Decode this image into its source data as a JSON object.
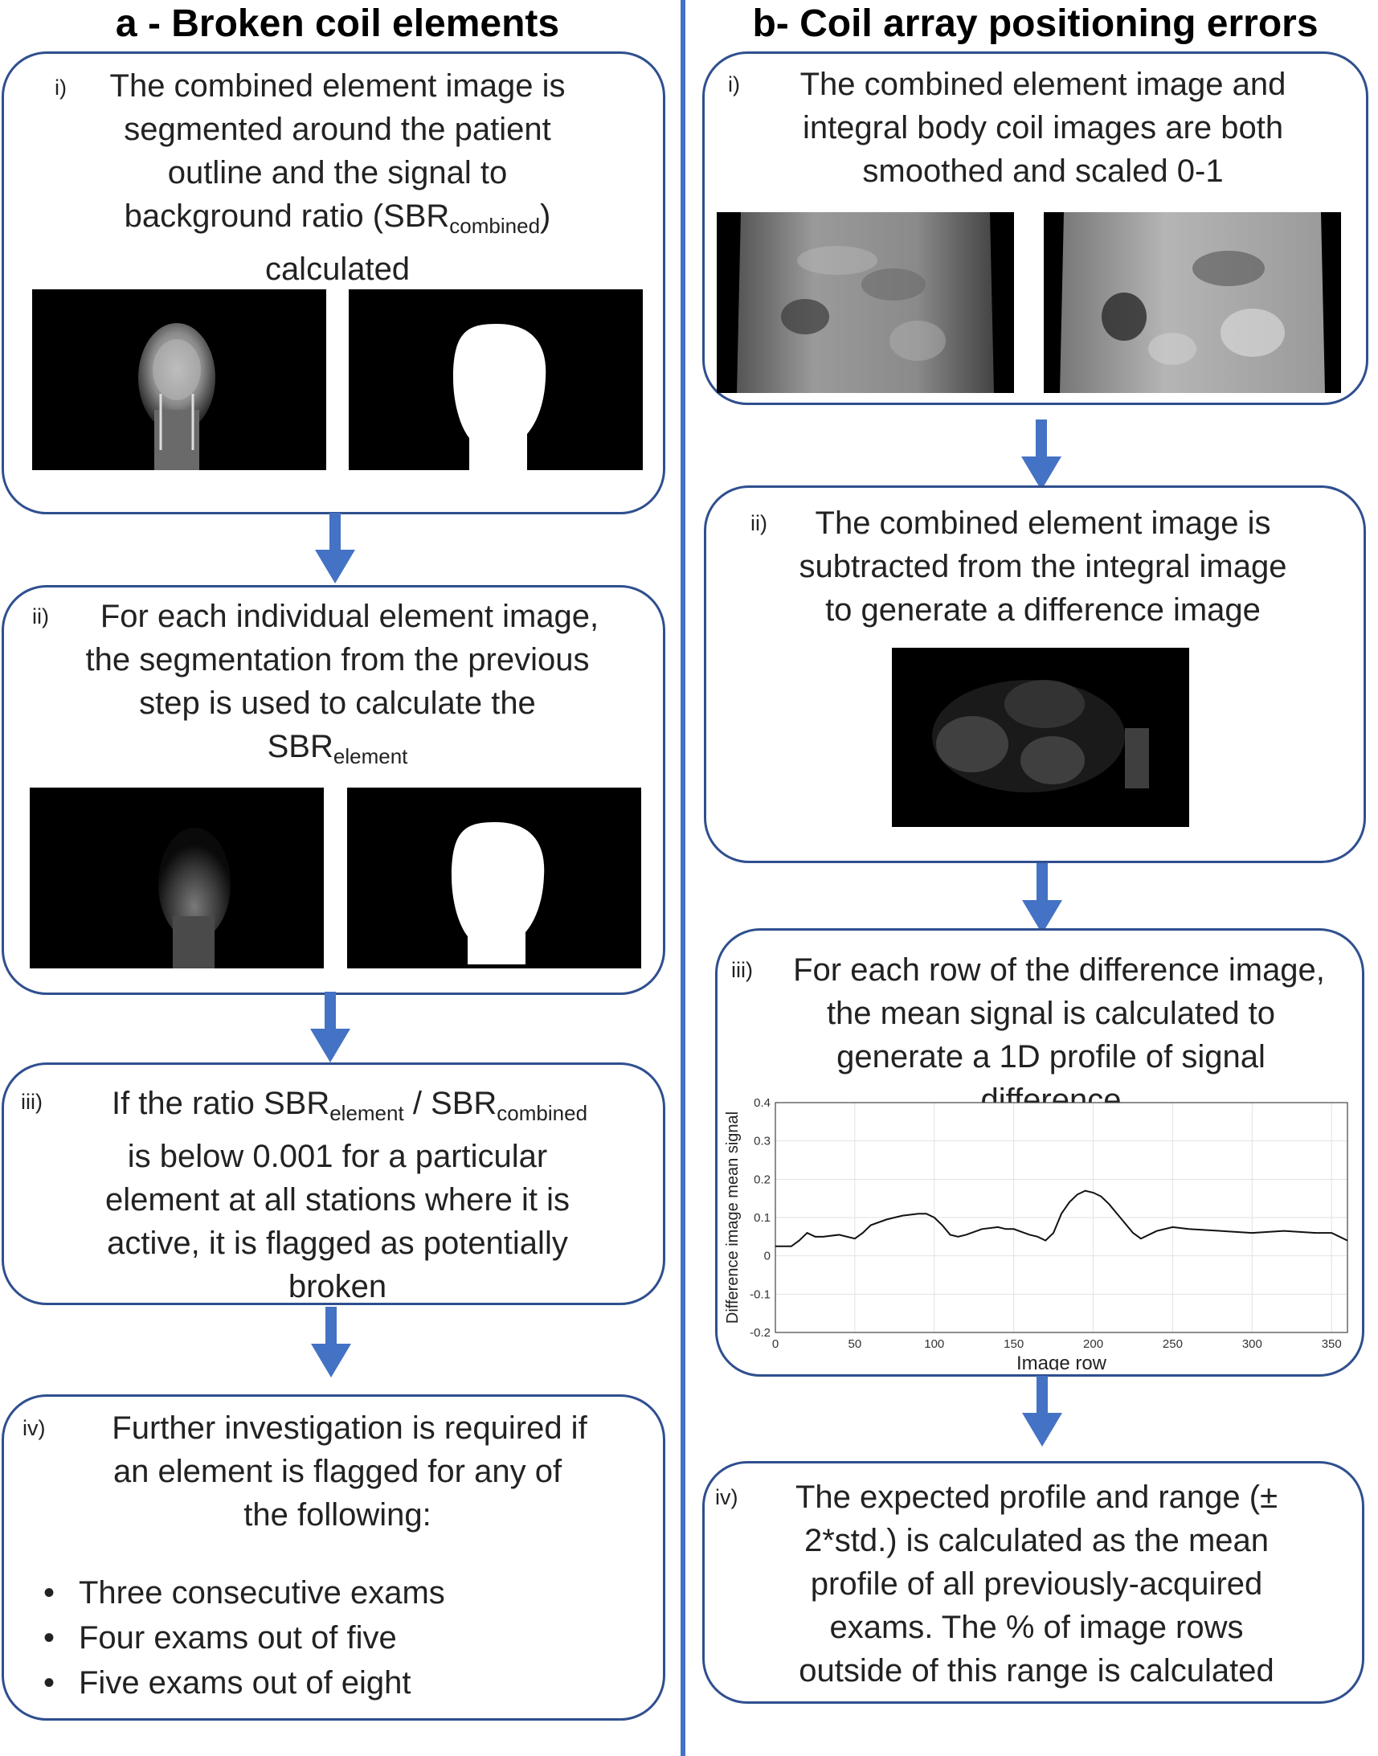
{
  "colors": {
    "divider": "#4472c4",
    "box_border": "#2f4f8f",
    "arrow": "#4472c4"
  },
  "left": {
    "title": "a - Broken coil elements",
    "steps": [
      {
        "num": "i)",
        "lines": [
          "The combined element image is",
          "segmented around the patient",
          "outline and the signal to"
        ],
        "line4_pre": "background ratio (SBR",
        "line4_sub": "combined",
        "line4_post": ")",
        "line5": "calculated"
      },
      {
        "num": "ii)",
        "lines": [
          "For each individual element image,",
          "the segmentation from the previous",
          "step is used to calculate the"
        ],
        "line4_pre": "SBR",
        "line4_sub": "element"
      },
      {
        "num": "iii)",
        "line1_a": "If the ratio SBR",
        "line1_sub1": "element",
        "line1_b": " / SBR",
        "line1_sub2": "combined",
        "lines": [
          "is below 0.001 for a particular",
          "element at all stations where it is",
          "active, it is flagged as potentially",
          "broken"
        ]
      },
      {
        "num": "iv)",
        "lines": [
          "Further investigation is required if",
          "an element is flagged for any of",
          "the following:"
        ],
        "bullets": [
          "Three consecutive exams",
          "Four exams out of five",
          "Five exams out of eight"
        ]
      }
    ]
  },
  "right": {
    "title": "b- Coil array positioning errors",
    "steps": [
      {
        "num": "i)",
        "lines": [
          "The combined element image and",
          "integral body coil images are both",
          "smoothed and scaled 0-1"
        ]
      },
      {
        "num": "ii)",
        "lines": [
          "The combined element image is",
          "subtracted from the integral image",
          "to generate a difference image"
        ]
      },
      {
        "num": "iii)",
        "lines": [
          "For each row of the difference image,",
          "the mean signal is calculated to",
          "generate a 1D profile of signal",
          "difference"
        ]
      },
      {
        "num": "iv)",
        "lines": [
          "The expected profile and range (±",
          "2*std.) is calculated as the mean",
          "profile of all previously-acquired",
          "exams. The % of image rows",
          "outside of this range is calculated"
        ]
      }
    ]
  },
  "chart_data": {
    "type": "line",
    "xlabel": "Image row",
    "ylabel": "Difference image mean signal",
    "xlim": [
      0,
      360
    ],
    "ylim": [
      -0.2,
      0.4
    ],
    "xticks": [
      0,
      50,
      100,
      150,
      200,
      250,
      300,
      350
    ],
    "yticks": [
      -0.2,
      -0.1,
      0,
      0.1,
      0.2,
      0.3,
      0.4
    ],
    "grid": true,
    "series": [
      {
        "x": [
          0,
          10,
          15,
          20,
          25,
          30,
          40,
          50,
          55,
          60,
          70,
          80,
          90,
          95,
          100,
          105,
          110,
          115,
          120,
          130,
          140,
          145,
          150,
          160,
          165,
          170,
          175,
          180,
          185,
          190,
          195,
          200,
          205,
          210,
          215,
          220,
          225,
          230,
          235,
          240,
          250,
          260,
          280,
          300,
          320,
          340,
          350,
          355,
          360
        ],
        "y": [
          0.025,
          0.025,
          0.04,
          0.06,
          0.05,
          0.05,
          0.055,
          0.045,
          0.06,
          0.08,
          0.095,
          0.105,
          0.11,
          0.11,
          0.1,
          0.08,
          0.055,
          0.05,
          0.055,
          0.07,
          0.075,
          0.07,
          0.07,
          0.055,
          0.05,
          0.04,
          0.06,
          0.11,
          0.14,
          0.16,
          0.17,
          0.165,
          0.155,
          0.135,
          0.11,
          0.085,
          0.06,
          0.045,
          0.055,
          0.065,
          0.075,
          0.07,
          0.065,
          0.06,
          0.065,
          0.06,
          0.06,
          0.05,
          0.04
        ]
      }
    ]
  }
}
